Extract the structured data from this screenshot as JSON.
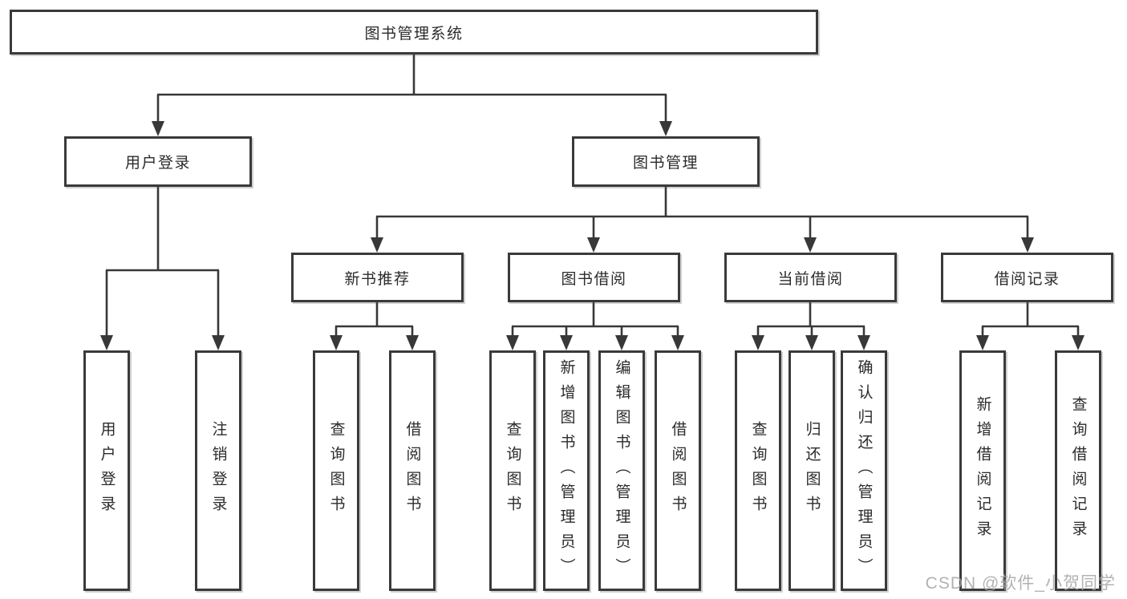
{
  "diagram": {
    "title": "图书管理系统",
    "level2": {
      "user_login": "用户登录",
      "book_management": "图书管理"
    },
    "modules": [
      "新书推荐",
      "图书借阅",
      "当前借阅",
      "借阅记录"
    ],
    "user_login_leaves": [
      "用户登录",
      "注销登录"
    ],
    "new_book_leaves": [
      "查询图书",
      "借阅图书"
    ],
    "book_borrow_leaves": [
      "查询图书",
      "新增图书（管理员）",
      "编辑图书（管理员）",
      "借阅图书"
    ],
    "current_borrow_leaves": [
      "查询图书",
      "归还图书",
      "确认归还（管理员）"
    ],
    "borrow_record_leaves": [
      "新增借阅记录",
      "查询借阅记录"
    ]
  },
  "watermark": "CSDN @软件_小贺同学",
  "colors": {
    "line": "#383838",
    "text": "#2b2b2b",
    "background": "#ffffff",
    "watermark": "#a5a5a5"
  }
}
